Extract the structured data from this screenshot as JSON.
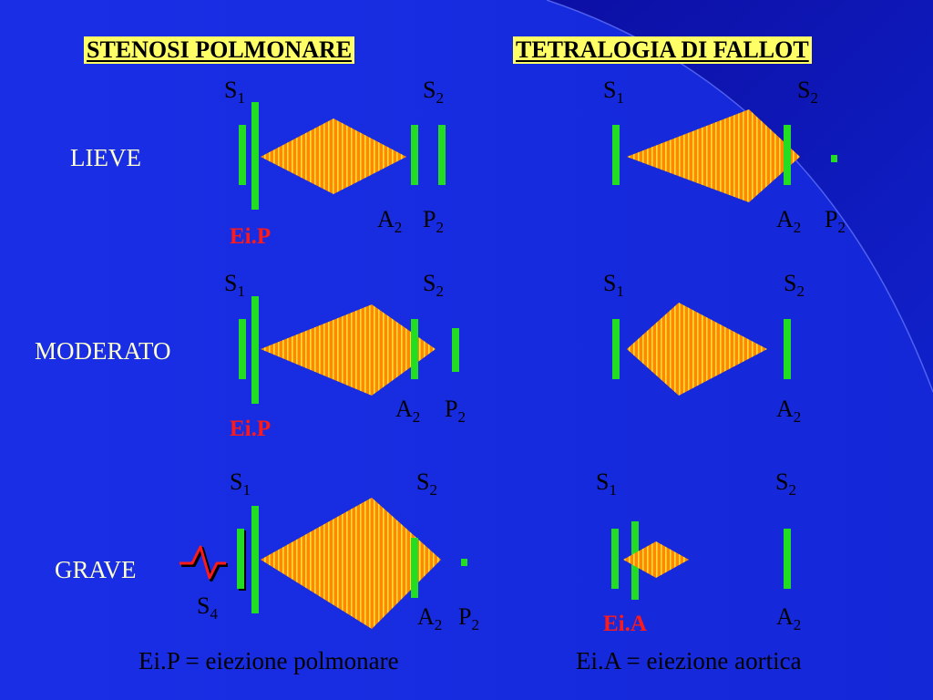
{
  "titles": {
    "left": "STENOSI POLMONARE",
    "right": "TETRALOGIA DI FALLOT"
  },
  "rows": {
    "mild": "LIEVE",
    "moderate": "MODERATO",
    "severe": "GRAVE"
  },
  "sounds": {
    "s": "S",
    "a": "A",
    "p": "P",
    "sub1": "1",
    "sub2": "2",
    "sub4": "4"
  },
  "ejection": {
    "pulmonary": "Ei.P",
    "aortic": "Ei.A"
  },
  "footer": {
    "left": "Ei.P = eiezione polmonare",
    "right": "Ei.A = eiezione aortica"
  },
  "colors": {
    "background": "#1a2ee6",
    "bar": "#22dd22",
    "murmur_fill": "#ff8800",
    "murmur_stripe": "#ffdd33",
    "ejection_text": "#ff1a1a",
    "row_label": "#ffffcc",
    "title_highlight": "#ffff66"
  }
}
